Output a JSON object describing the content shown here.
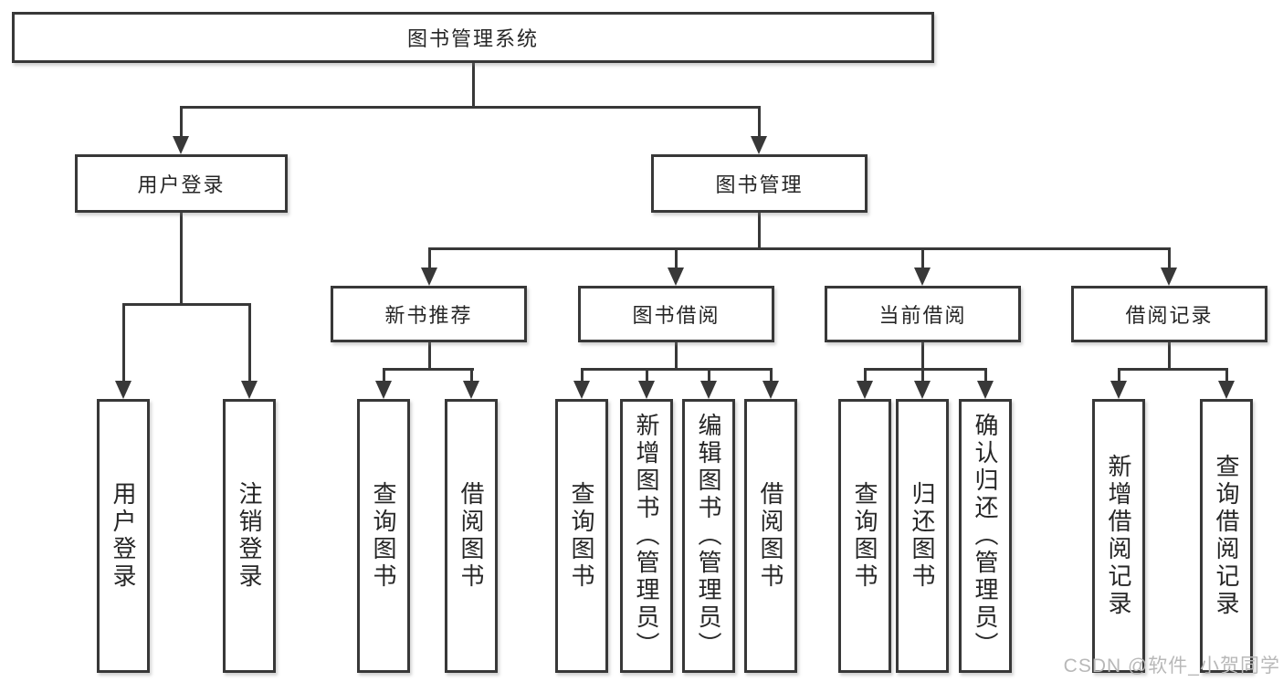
{
  "diagram": {
    "type": "tree",
    "root": {
      "label": "图书管理系统"
    },
    "level2": [
      {
        "label": "用户登录",
        "parent": "图书管理系统"
      },
      {
        "label": "图书管理",
        "parent": "图书管理系统"
      }
    ],
    "level3": [
      {
        "label": "新书推荐",
        "parent": "图书管理"
      },
      {
        "label": "图书借阅",
        "parent": "图书管理"
      },
      {
        "label": "当前借阅",
        "parent": "图书管理"
      },
      {
        "label": "借阅记录",
        "parent": "图书管理"
      }
    ],
    "leaves": [
      {
        "label": "用户登录",
        "parent": "用户登录"
      },
      {
        "label": "注销登录",
        "parent": "用户登录"
      },
      {
        "label": "查询图书",
        "parent": "新书推荐"
      },
      {
        "label": "借阅图书",
        "parent": "新书推荐"
      },
      {
        "label": "查询图书",
        "parent": "图书借阅"
      },
      {
        "label": "新增图书（管理员）",
        "parent": "图书借阅"
      },
      {
        "label": "编辑图书（管理员）",
        "parent": "图书借阅"
      },
      {
        "label": "借阅图书",
        "parent": "图书借阅"
      },
      {
        "label": "查询图书",
        "parent": "当前借阅"
      },
      {
        "label": "归还图书",
        "parent": "当前借阅"
      },
      {
        "label": "确认归还（管理员）",
        "parent": "当前借阅"
      },
      {
        "label": "新增借阅记录",
        "parent": "借阅记录"
      },
      {
        "label": "查询借阅记录",
        "parent": "借阅记录"
      }
    ]
  },
  "watermark": "CSDN @软件_小贺同学",
  "colors": {
    "line": "#383838",
    "text": "#262626",
    "watermark": "#b8b8b8",
    "background": "#ffffff"
  }
}
